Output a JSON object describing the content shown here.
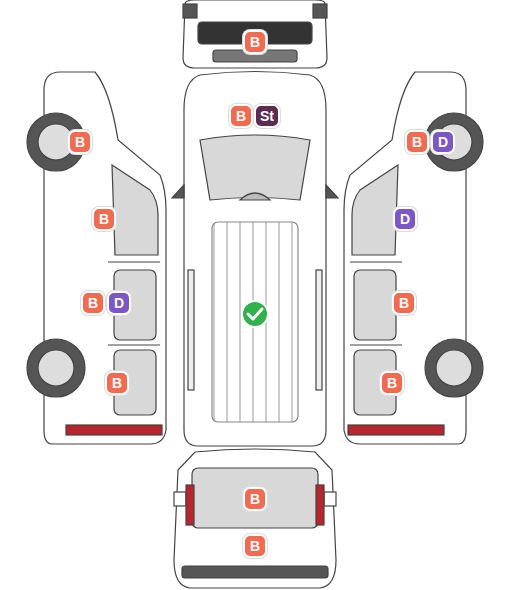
{
  "diagram": {
    "nodes": [
      {
        "text": [
          "B"
        ]
      },
      {
        "text": [
          "B"
        ]
      },
      {
        "text": [
          "St"
        ]
      },
      {
        "text": [
          "B"
        ]
      },
      {
        "text": [
          "B"
        ]
      },
      {
        "text": [
          "D"
        ]
      },
      {
        "text": [
          "B"
        ]
      },
      {
        "text": [
          "D"
        ]
      },
      {
        "text": [
          "B"
        ]
      },
      {
        "text": [
          "D"
        ]
      },
      {
        "text": [
          "B"
        ]
      },
      {
        "text": [
          "B"
        ]
      },
      {
        "text": [
          "B"
        ]
      },
      {
        "text": [
          "B"
        ]
      },
      {
        "text": [
          "B"
        ]
      }
    ]
  }
}
